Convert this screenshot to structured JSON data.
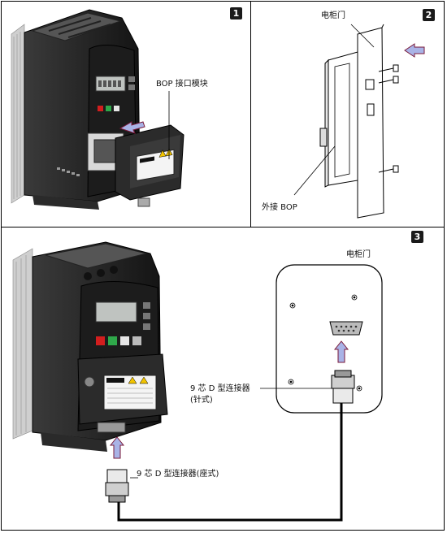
{
  "panels": [
    {
      "number": "1",
      "label": "BOP 接口模块"
    },
    {
      "number": "2",
      "label_top": "电柜门",
      "label_bottom": "外接 BOP"
    },
    {
      "number": "3",
      "label_door": "电柜门",
      "label_male_line1": "9 芯 D 型连接器",
      "label_male_line2": "(针式)",
      "label_female": "9 芯 D 型连接器(座式)"
    }
  ],
  "colors": {
    "arrow_fill": "#a9b3e6",
    "arrow_stroke": "#7a1a3a",
    "accent": "#c79bc0"
  }
}
